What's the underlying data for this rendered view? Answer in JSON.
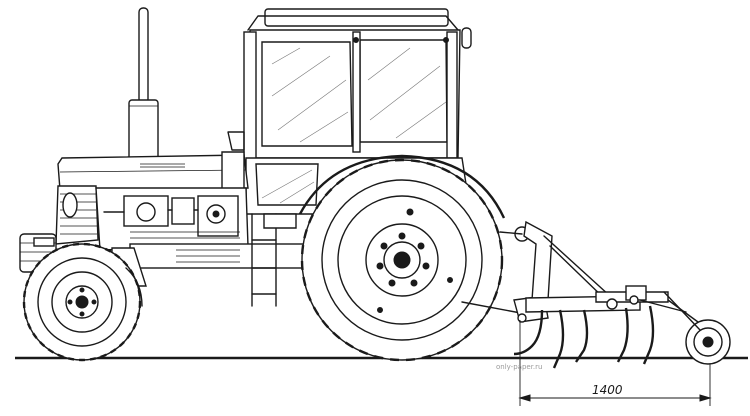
{
  "figure": {
    "subject": "tractor-with-chisel-cultivator",
    "dimension_label": "1400",
    "watermark": "only-paper.ru",
    "line_color": "#1a1a1a",
    "background_color": "#ffffff"
  }
}
